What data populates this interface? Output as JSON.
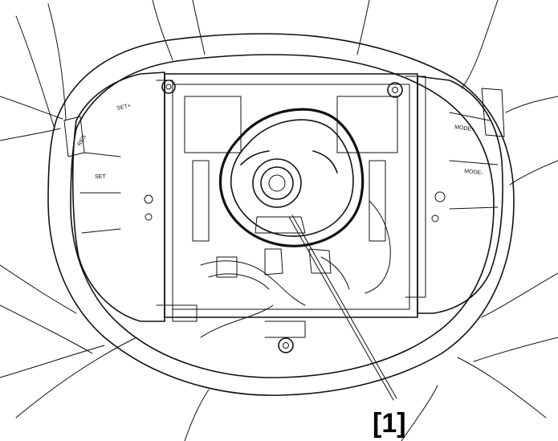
{
  "diagram": {
    "callout": "[1]",
    "switch_labels": {
      "set_plus": "SET+",
      "set": "SET",
      "res": "RES",
      "mode_up": "MODE+",
      "mode_down": "MODE-"
    },
    "line_color": "#111111",
    "background": "#ffffff"
  }
}
